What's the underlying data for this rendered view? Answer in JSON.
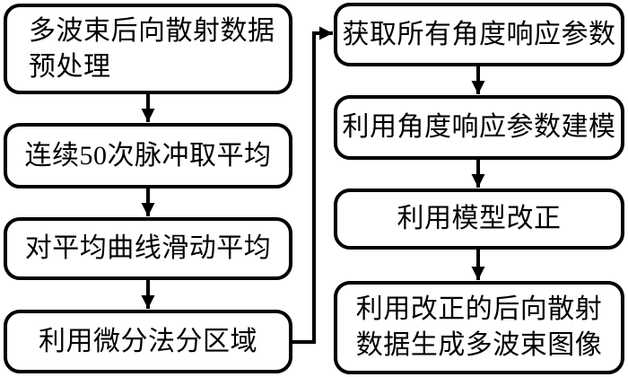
{
  "diagram": {
    "type": "flowchart",
    "background_color": "#ffffff",
    "stroke_color": "#000000",
    "node_fill_color": "#ffffff",
    "nodes": {
      "l1": {
        "label": "多波束后向散射数据\n预处理"
      },
      "l2": {
        "label": "连续50次脉冲取平均"
      },
      "l3": {
        "label": "对平均曲线滑动平均"
      },
      "l4": {
        "label": "利用微分法分区域"
      },
      "r1": {
        "label": "获取所有角度响应参数"
      },
      "r2": {
        "label": "利用角度响应参数建模"
      },
      "r3": {
        "label": "利用模型改正"
      },
      "r4": {
        "label": "利用改正的后向散射\n数据生成多波束图像"
      }
    },
    "edges": [
      {
        "from": "l1",
        "to": "l2",
        "type": "straight-down"
      },
      {
        "from": "l2",
        "to": "l3",
        "type": "straight-down"
      },
      {
        "from": "l3",
        "to": "l4",
        "type": "straight-down"
      },
      {
        "from": "l4",
        "to": "r1",
        "type": "elbow-right-up"
      },
      {
        "from": "r1",
        "to": "r2",
        "type": "straight-down"
      },
      {
        "from": "r2",
        "to": "r3",
        "type": "straight-down"
      },
      {
        "from": "r3",
        "to": "r4",
        "type": "straight-down"
      }
    ]
  }
}
